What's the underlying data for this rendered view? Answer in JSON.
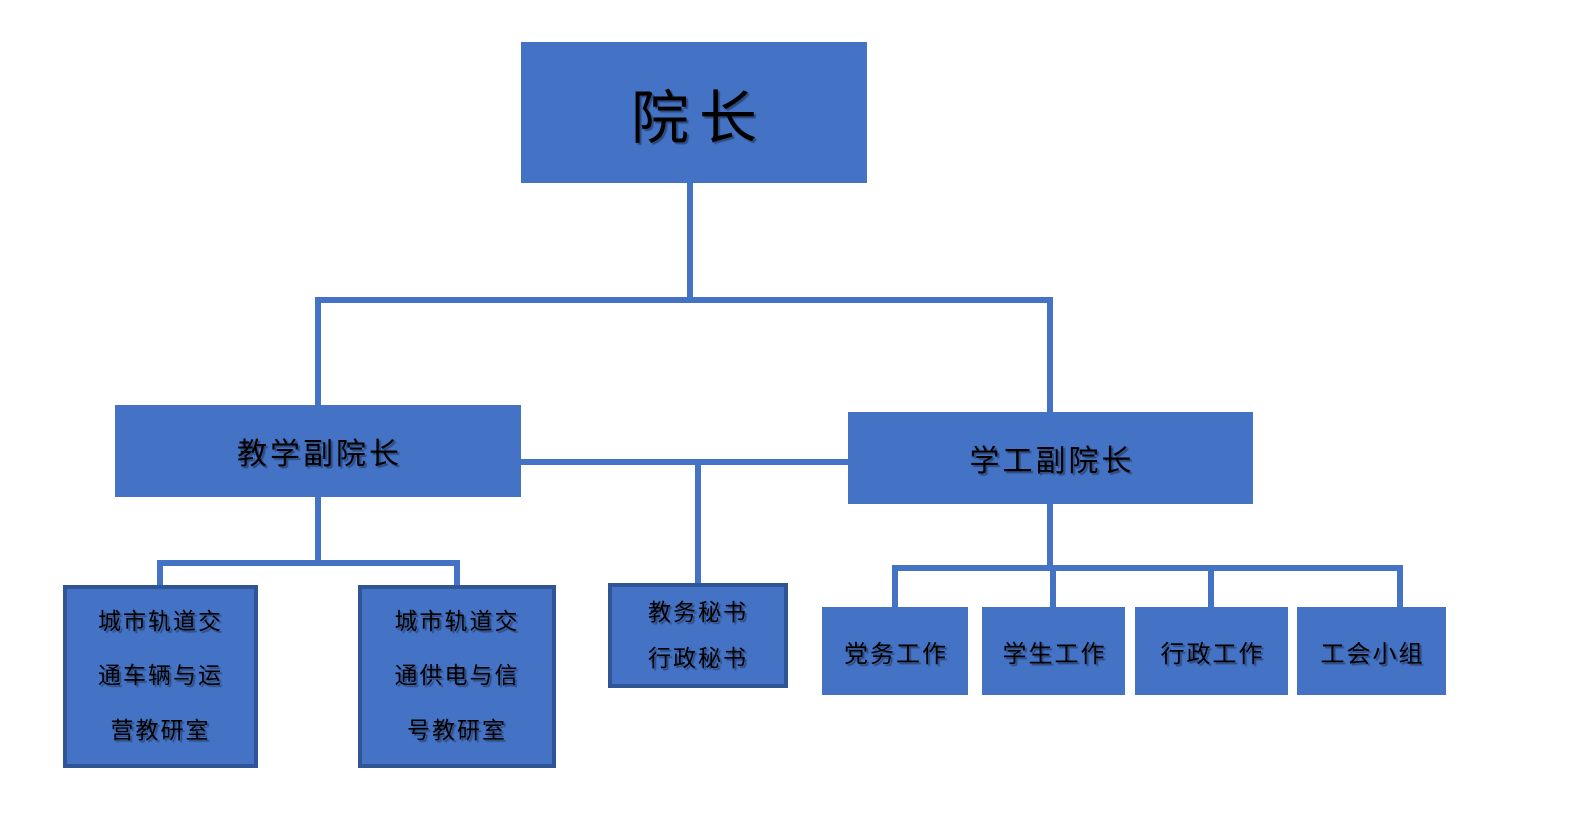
{
  "colors": {
    "box_fill": "#4472C4",
    "box_border": "#2F5597",
    "connector": "#4472C4",
    "text": "#000000",
    "background": "#FFFFFF"
  },
  "nodes": {
    "dean": {
      "label": "院长"
    },
    "vice_teaching": {
      "label": "教学副院长"
    },
    "vice_student": {
      "label": "学工副院长"
    },
    "secretary": {
      "lines": [
        "教务秘书",
        "行政秘书"
      ],
      "full_text": "教务秘书 行政秘书"
    },
    "office_vehicle": {
      "lines": [
        "城市轨道交",
        "通车辆与运",
        "营教研室"
      ],
      "full_text": "城市轨道交通车辆与运营教研室"
    },
    "office_signal": {
      "lines": [
        "城市轨道交",
        "通供电与信",
        "号教研室"
      ],
      "full_text": "城市轨道交通供电与信号教研室"
    },
    "party_work": {
      "label": "党务工作"
    },
    "student_work": {
      "label": "学生工作"
    },
    "admin_work": {
      "label": "行政工作"
    },
    "union_group": {
      "label": "工会小组"
    }
  },
  "hierarchy_edges": [
    [
      "dean",
      "vice_teaching"
    ],
    [
      "dean",
      "vice_student"
    ],
    [
      "vice_teaching",
      "secretary"
    ],
    [
      "vice_student",
      "secretary"
    ],
    [
      "vice_teaching",
      "office_vehicle"
    ],
    [
      "vice_teaching",
      "office_signal"
    ],
    [
      "vice_student",
      "party_work"
    ],
    [
      "vice_student",
      "student_work"
    ],
    [
      "vice_student",
      "admin_work"
    ],
    [
      "vice_student",
      "union_group"
    ]
  ]
}
